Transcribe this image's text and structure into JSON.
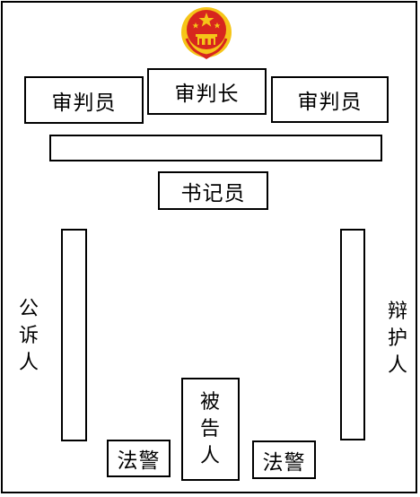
{
  "emblem": {
    "icon": "national-emblem-icon",
    "colors": {
      "red": "#d7261e",
      "gold": "#f5c518"
    }
  },
  "bench": {
    "left_judge": "审判员",
    "presiding_judge": "审判长",
    "right_judge": "审判员"
  },
  "clerk": "书记员",
  "prosecution": {
    "label": "公诉人",
    "chars": [
      "公",
      "诉",
      "人"
    ]
  },
  "defense": {
    "label": "辩护人",
    "chars": [
      "辩",
      "护",
      "人"
    ]
  },
  "defendant": {
    "label": "被告人",
    "chars": [
      "被",
      "告",
      "人"
    ]
  },
  "bailiff_left": "法警",
  "bailiff_right": "法警"
}
